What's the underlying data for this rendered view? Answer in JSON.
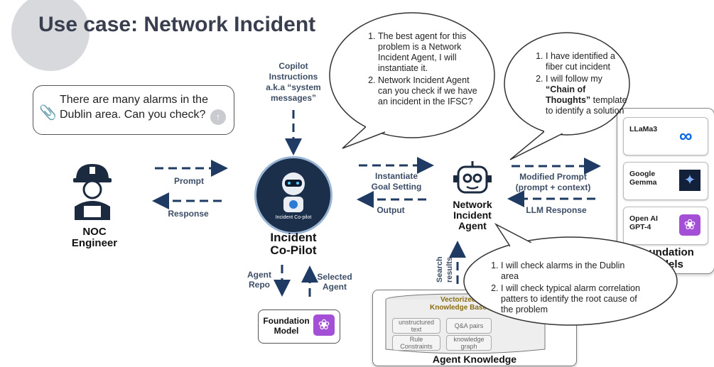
{
  "title": "Use case: Network Incident",
  "user_prompt": "There are many alarms in the Dublin area.  Can you check?",
  "noc": {
    "name_line1": "NOC",
    "name_line2": "Engineer"
  },
  "copilot": {
    "name_line1": "Incident",
    "name_line2": "Co-Pilot",
    "badge": "Incident Co-pilot"
  },
  "agent": {
    "name_line1": "Network",
    "name_line2": "Incident",
    "name_line3": "Agent"
  },
  "labels": {
    "copilot_instructions": [
      "Copilot",
      "Instructions",
      "a.k.a “system",
      "messages”"
    ],
    "prompt": "Prompt",
    "response": "Response",
    "instantiate": [
      "Instantiate",
      "Goal Setting"
    ],
    "output": "Output",
    "modified_prompt": [
      "Modified Prompt",
      "(prompt + context)"
    ],
    "llm_response": "LLM Response",
    "agent_repo": [
      "Agent",
      "Repo"
    ],
    "selected_agent": [
      "Selected",
      "Agent"
    ],
    "search_results": [
      "Search",
      "results"
    ]
  },
  "foundation_model": {
    "line1": "Foundation",
    "line2": "Model"
  },
  "bubble_copilot": [
    "The best agent for this problem is a Network Incident Agent, I will instantiate it.",
    "Network Incident Agent can you check if we have an incident in the IFSC?"
  ],
  "bubble_agent_top": {
    "item1": "I have identified a fiber cut incident",
    "item2_pre": "I will follow my ",
    "item2_bold": "“Chain of Thoughts”",
    "item2_post": " template to identify a solution"
  },
  "bubble_agent_bottom": [
    "I will check alarms in the Dublin area",
    "I will check typical alarm correlation patters to identify the root cause of the problem"
  ],
  "models": [
    {
      "name": "LLaMa3",
      "icon": "meta-icon"
    },
    {
      "name": "Google Gemma",
      "icon": "gemma-icon"
    },
    {
      "name": "Open AI GPT-4",
      "icon": "openai-icon"
    }
  ],
  "models_panel_title": [
    "Foundation",
    "Models"
  ],
  "knowledge": {
    "db_title": [
      "Vectorized",
      "Knowledge Base"
    ],
    "cells": [
      "unstructured text",
      "Q&A pairs",
      "Rule Constraints",
      "knowledge graph"
    ],
    "title": "Agent Knowledge"
  },
  "colors": {
    "accent": "#1f3b63",
    "meta_blue": "#0668e1",
    "openai_purple": "#a34fd6"
  }
}
